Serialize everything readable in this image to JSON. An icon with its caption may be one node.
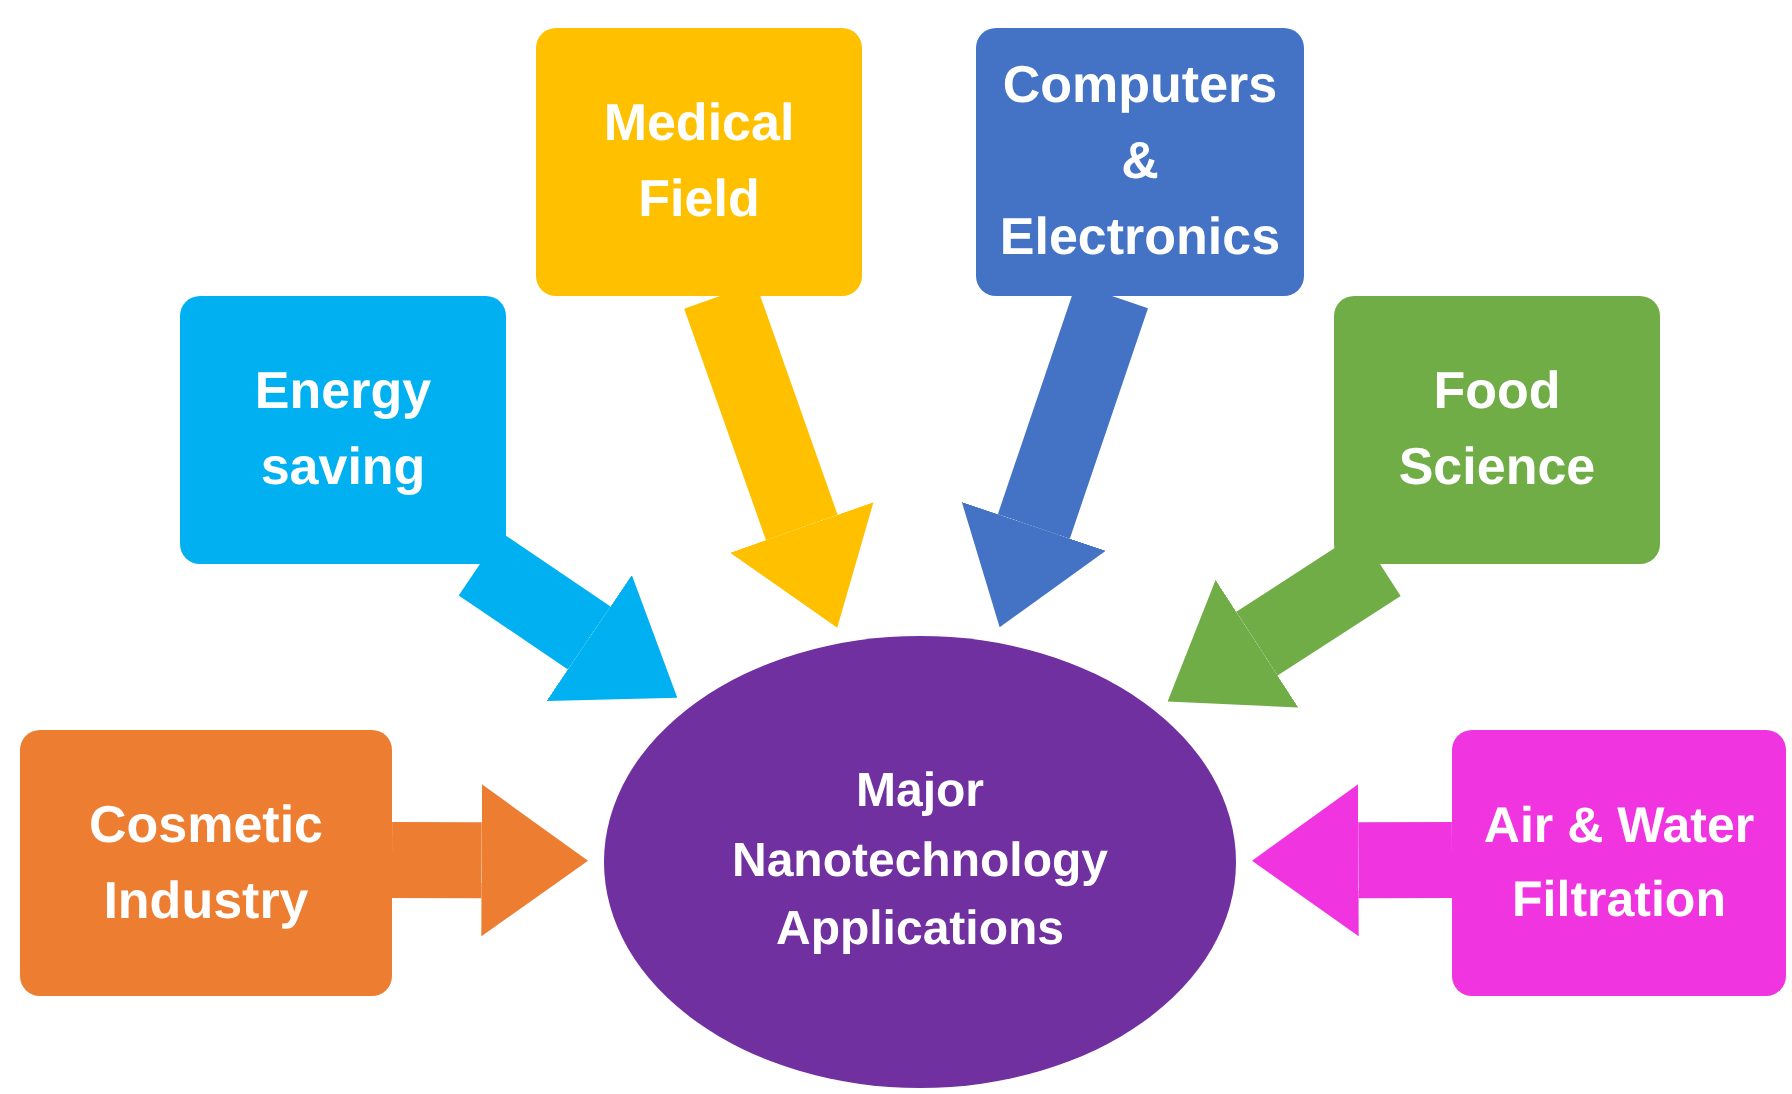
{
  "diagram": {
    "nodes": [
      {
        "text": [
          "Major Nanotechnology Applications"
        ]
      },
      {
        "text": [
          "Cosmetic Industry"
        ]
      },
      {
        "text": [
          "Energy saving"
        ]
      },
      {
        "text": [
          "Medical Field"
        ]
      },
      {
        "text": [
          "Computers & Electronics"
        ]
      },
      {
        "text": [
          "Food Science"
        ]
      },
      {
        "text": [
          "Air & Water Filtration"
        ]
      }
    ],
    "edges": [
      {
        "from": 1,
        "to": 0,
        "arrow": "to",
        "color": "#ed7d31"
      },
      {
        "from": 2,
        "to": 0,
        "arrow": "to",
        "color": "#00b0f0"
      },
      {
        "from": 3,
        "to": 0,
        "arrow": "to",
        "color": "#ffc000"
      },
      {
        "from": 4,
        "to": 0,
        "arrow": "to",
        "color": "#4472c4"
      },
      {
        "from": 5,
        "to": 0,
        "arrow": "to",
        "color": "#70ad47"
      },
      {
        "from": 6,
        "to": 0,
        "arrow": "to",
        "color": "#f034e0"
      }
    ]
  }
}
